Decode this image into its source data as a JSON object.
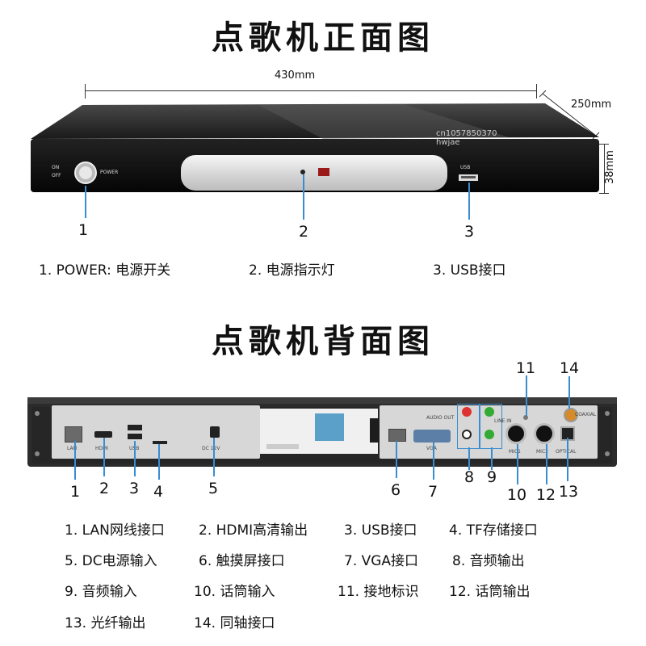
{
  "front": {
    "title": "点歌机正面图",
    "width_label": "430mm",
    "depth_label": "250mm",
    "height_label": "38mm",
    "panel_on": "ON",
    "panel_off": "OFF",
    "panel_power": "POWER",
    "panel_usb": "USB",
    "callouts": [
      "1",
      "2",
      "3"
    ],
    "legend": [
      "1. POWER: 电源开关",
      "2. 电源指示灯",
      "3. USB接口"
    ]
  },
  "back": {
    "title": "点歌机背面图",
    "panel_labels": {
      "lan": "LAN",
      "hdmi": "HDMI",
      "usb": "USB",
      "dc": "DC 12V",
      "audio_out": "AUDIO OUT",
      "line_in": "LINE IN",
      "vga": "VGA",
      "mic1": "MIC1",
      "mic2": "MIC2",
      "optical": "OPTICAL",
      "coaxial": "COAXIAL"
    },
    "callouts": [
      "1",
      "2",
      "3",
      "4",
      "5",
      "6",
      "7",
      "8",
      "9",
      "10",
      "11",
      "12",
      "13",
      "14"
    ],
    "legend": [
      "1. LAN网线接口",
      "2. HDMI高清输出",
      "3. USB接口",
      "4.  TF存储接口",
      "5. DC电源输入",
      "6. 触摸屏接口",
      "7. VGA接口",
      "8. 音频输出",
      "9. 音频输入",
      "10. 话筒输入",
      "11. 接地标识",
      "12. 话筒输出",
      "13. 光纤输出",
      "14. 同轴接口"
    ]
  },
  "watermark": "cn1057850370\nhwjae"
}
